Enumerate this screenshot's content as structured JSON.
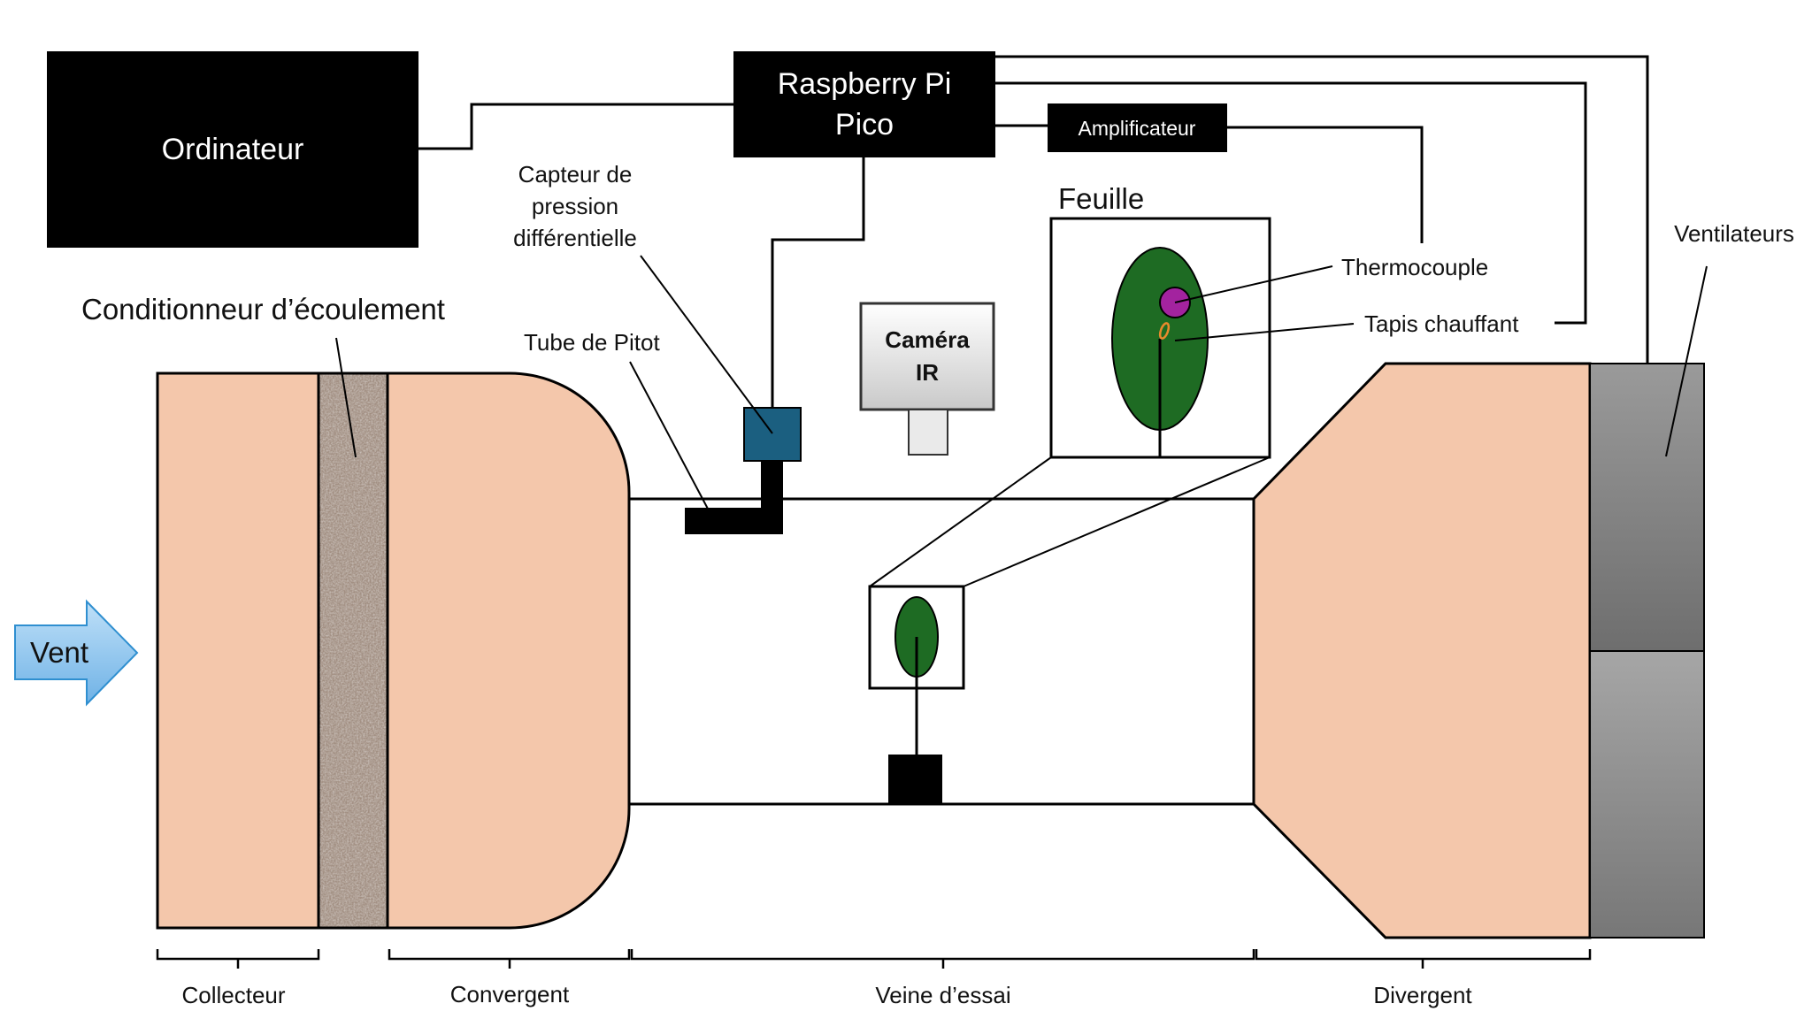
{
  "labels": {
    "ordinateur": "Ordinateur",
    "raspberry_line1": "Raspberry Pi",
    "raspberry_line2": "Pico",
    "amplificateur": "Amplificateur",
    "capteur_line1": "Capteur de",
    "capteur_line2": "pression",
    "capteur_line3": "différentielle",
    "feuille": "Feuille",
    "thermocouple": "Thermocouple",
    "tapis": "Tapis chauffant",
    "ventilateurs": "Ventilateurs",
    "conditionneur": "Conditionneur d’écoulement",
    "tube_pitot": "Tube de Pitot",
    "camera_line1": "Caméra",
    "camera_line2": "IR",
    "vent": "Vent"
  },
  "sections": [
    {
      "label": "Collecteur"
    },
    {
      "label": "Convergent"
    },
    {
      "label": "Veine d’essai"
    },
    {
      "label": "Divergent"
    }
  ],
  "colors": {
    "duct_fill": "#f4c7ab",
    "leaf_green": "#1e6b23",
    "thermocouple_purple": "#a3239f",
    "heater_orange": "#e98a2c",
    "sensor_blue": "#1b5f80",
    "fan_gray": "#8a8a8a",
    "wind_arrow": "#8fc6ef",
    "filter_texture": "#a08d80"
  }
}
